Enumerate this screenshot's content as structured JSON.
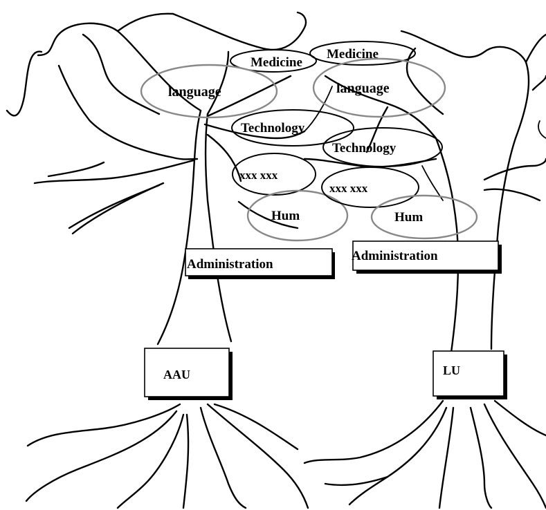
{
  "left_tree": {
    "root_label": "AAU",
    "admin_label": "Administration",
    "faculties": {
      "medicine": "Medicine",
      "language": "language",
      "technology": "Technology",
      "xxx": "xxx  xxx",
      "hum": "Hum"
    }
  },
  "right_tree": {
    "root_label": "LU",
    "admin_label": "Administration",
    "faculties": {
      "medicine": "Medicine",
      "language": "language",
      "technology": "Technology",
      "xxx": "xxx  xxx",
      "hum": "Hum"
    }
  }
}
